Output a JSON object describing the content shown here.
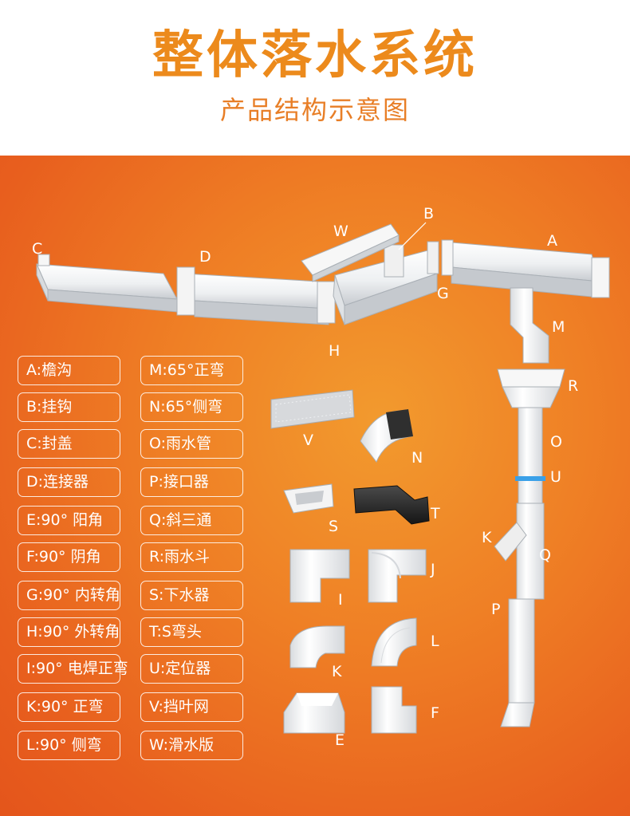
{
  "header": {
    "title": "整体落水系统",
    "subtitle": "产品结构示意图"
  },
  "legend_left": [
    "A:檐沟",
    "B:挂钩",
    "C:封盖",
    "D:连接器",
    "E:90° 阳角",
    "F:90° 阴角",
    "G:90° 内转角",
    "H:90° 外转角",
    "I:90° 电焊正弯",
    "K:90° 正弯",
    "L:90° 侧弯"
  ],
  "legend_right": [
    "M:65°正弯",
    "N:65°侧弯",
    "O:雨水管",
    "P:接口器",
    "Q:斜三通",
    "R:雨水斗",
    "S:下水器",
    "T:S弯头",
    "U:定位器",
    "V:挡叶网",
    "W:滑水版"
  ],
  "part_labels": {
    "A": "A",
    "B": "B",
    "C": "C",
    "D": "D",
    "E": "E",
    "F": "F",
    "G": "G",
    "H": "H",
    "I": "I",
    "J": "J",
    "K1": "K",
    "K2": "K",
    "L": "L",
    "M": "M",
    "N": "N",
    "O": "O",
    "P": "P",
    "Q": "Q",
    "R": "R",
    "S": "S",
    "T": "T",
    "U": "U",
    "V": "V",
    "W": "W"
  },
  "colors": {
    "title": "#ec8a1c",
    "subtitle": "#e87e26",
    "panel_center": "#f29a2e",
    "panel_edge": "#e4551b",
    "part_white": "#f4f4f4",
    "part_shadow": "#c9ccd0",
    "part_dark": "#2a2a2a",
    "locator_blue": "#3aa0e8"
  }
}
